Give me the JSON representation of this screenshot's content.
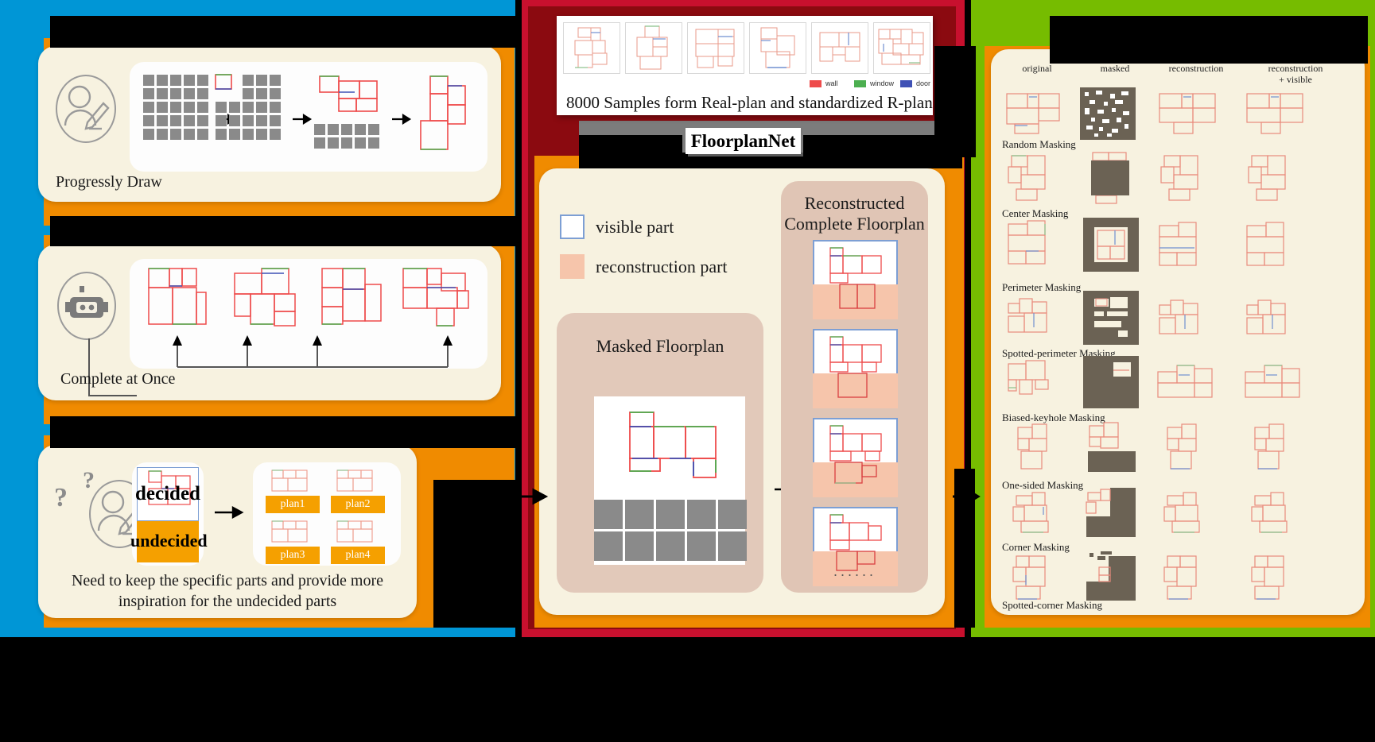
{
  "figure": {
    "background": "#000000",
    "panels": [
      {
        "id": "motivation",
        "accent": "#0096D6",
        "title_redacted": true
      },
      {
        "id": "method",
        "accent": "#C8102E",
        "title_redacted": true
      },
      {
        "id": "results",
        "accent": "#76BC00",
        "title_redacted": true
      }
    ]
  },
  "colors": {
    "blue": "#0096D6",
    "crimson": "#C8102E",
    "dark_red": "#8B0A10",
    "green": "#76BC00",
    "orange": "#F08B00",
    "cream": "#F7F2E0",
    "pink_panel": "#E2C9BA",
    "reconstruction_fill": "#F6C5AB",
    "visible_border": "#7D9FD4",
    "mask_gray": "#6B6254",
    "cell_gray": "#8A8A8A",
    "wall": "#EE4B4B",
    "window": "#4CAF50",
    "door": "#3F51B5"
  },
  "left_panel": {
    "cards": [
      {
        "id": "progressive-draw",
        "caption": "Progressly Draw",
        "icon": "person-pencil-icon",
        "steps": 4,
        "arrows": 3
      },
      {
        "id": "complete-at-once",
        "caption": "Complete at Once",
        "icon": "robot-icon",
        "outputs": 4,
        "arrows": 4
      },
      {
        "id": "partial-completion",
        "caption_line1": "Need to keep the specific parts and provide more",
        "caption_line2": "inspiration for the undecided parts",
        "icon": "person-pencil-question-icon",
        "decided_label": "decided",
        "undecided_label": "undecided",
        "plans": [
          "plan1",
          "plan2",
          "plan3",
          "plan4"
        ]
      }
    ]
  },
  "mid_panel": {
    "dataset": {
      "caption": "8000 Samples form Real-plan and standardized R-plan",
      "thumbnail_count": 6,
      "legend": [
        {
          "label": "wall",
          "color": "#EE4B4B"
        },
        {
          "label": "window",
          "color": "#4CAF50"
        },
        {
          "label": "door",
          "color": "#3F51B5"
        }
      ]
    },
    "model_name": "FloorplanNet",
    "legend": [
      {
        "label": "visible part",
        "style": "outline",
        "color": "#7D9FD4"
      },
      {
        "label": "reconstruction part",
        "style": "fill",
        "color": "#F6C5AB"
      }
    ],
    "masked_panel_title": "Masked Floorplan",
    "reconstructed_panel_title_line1": "Reconstructed",
    "reconstructed_panel_title_line2": "Complete Floorplan",
    "reconstructed_count": 4,
    "ellipsis": "······"
  },
  "right_panel": {
    "columns": [
      "original",
      "masked",
      "reconstruction",
      "reconstruction\n+ visible"
    ],
    "column_labels": [
      {
        "line1": "original",
        "line2": ""
      },
      {
        "line1": "masked",
        "line2": ""
      },
      {
        "line1": "reconstruction",
        "line2": ""
      },
      {
        "line1": "reconstruction",
        "line2": "+ visible"
      }
    ],
    "rows": [
      {
        "label": "Random Masking",
        "mask_type": "random"
      },
      {
        "label": "Center Masking",
        "mask_type": "center"
      },
      {
        "label": "Perimeter Masking",
        "mask_type": "perimeter"
      },
      {
        "label": "Spotted-perimeter Masking",
        "mask_type": "spotted-perimeter"
      },
      {
        "label": "Biased-keyhole Masking",
        "mask_type": "biased-keyhole"
      },
      {
        "label": "One-sided Masking",
        "mask_type": "one-sided"
      },
      {
        "label": "Corner Masking",
        "mask_type": "corner"
      },
      {
        "label": "Spotted-corner Masking",
        "mask_type": "spotted-corner"
      }
    ]
  }
}
